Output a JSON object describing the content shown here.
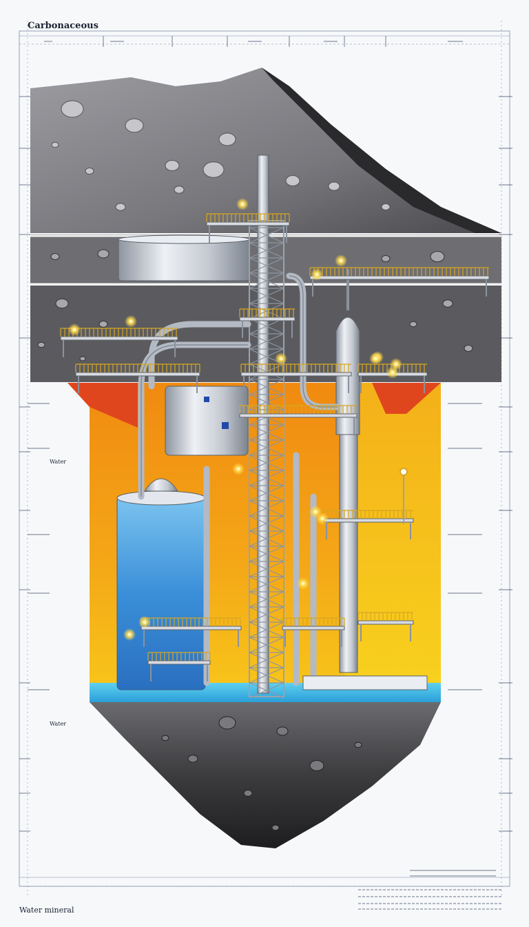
{
  "title": "Carbonaceous",
  "footer_title": "Water mineral",
  "labels": {
    "water_left_upper": "Water",
    "water_left_lower": "Water"
  },
  "colors": {
    "rock_dark": "#2c2c2e",
    "rock_mid": "#6e6e72",
    "rock_light": "#a9a9ad",
    "orange": "#f39a12",
    "yellow": "#f6c419",
    "red_band": "#e0461e",
    "water": "#3aa3e0",
    "steel": "#c9ced6",
    "railing": "#d6a622",
    "light": "#ffe27a",
    "blueprint_line": "#7b8aa6"
  }
}
